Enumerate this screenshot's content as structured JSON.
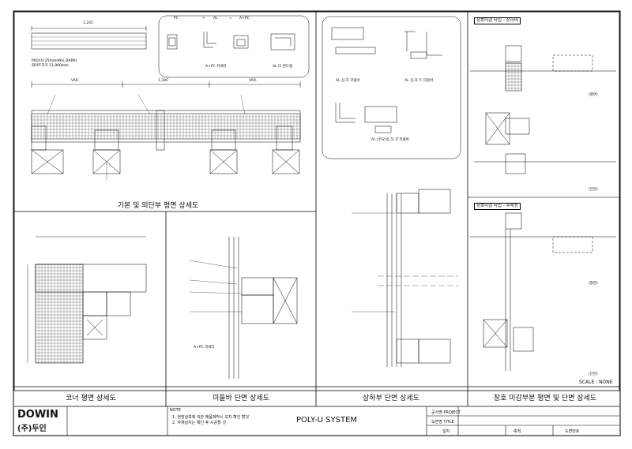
{
  "panels": {
    "plan_detail": "기본 및 외단부 평면 상세도",
    "corner_plan": "코너 평면 상세도",
    "mullion_section": "미들바 단면 상세도",
    "top_section": "상하부 단면 상세도",
    "window_detail": "창호 미감부분 평면 및 단면 상세도"
  },
  "labels": {
    "formula_pc": "PC",
    "formula_plus": "+",
    "formula_al": "AL",
    "formula_eq": "=",
    "formula_result": "A+PC",
    "dim_1245": "1,245",
    "dim_1300": "1,300",
    "dim_var_left": "VAR.",
    "dim_var_right": "VAR.",
    "poly_u_note": "POLY-U 25mm(WH_DARK)\n화이트크기 11,900mm",
    "ap_cap": "A+PC 커넥터",
    "al_end_cap": "AL 다 엔드캡",
    "al_corner_al": "AL 상,하 코람바",
    "al_corner_right": "AL 상,하 두 다람바",
    "al_cap_under": "AL (주요)상,하 코 머즐바",
    "window_a": "창호미감 타입 - 상하바",
    "window_b": "창호미감 타입 - 후레싱",
    "plan_word": "(평면)",
    "section_word": "(단면)",
    "scale": "SCALE : NONE",
    "ap_connector": "A+PC 커넥터"
  },
  "title_block": {
    "company": "DOWIN",
    "company_kr": "(주)두인",
    "note_head": "NOTE",
    "note_1": "1. 현장실측에 의한 제품제작시 오차 확인 할것",
    "note_2": "2. 자재설치는 확인 후 시공할 것",
    "system": "POLY-U SYSTEM",
    "project_label": "공사명 PROJECT",
    "title_label": "도면명 TITLE",
    "scale_label": "축척",
    "date_label": "일자",
    "drawing_no_label": "도면번호"
  }
}
